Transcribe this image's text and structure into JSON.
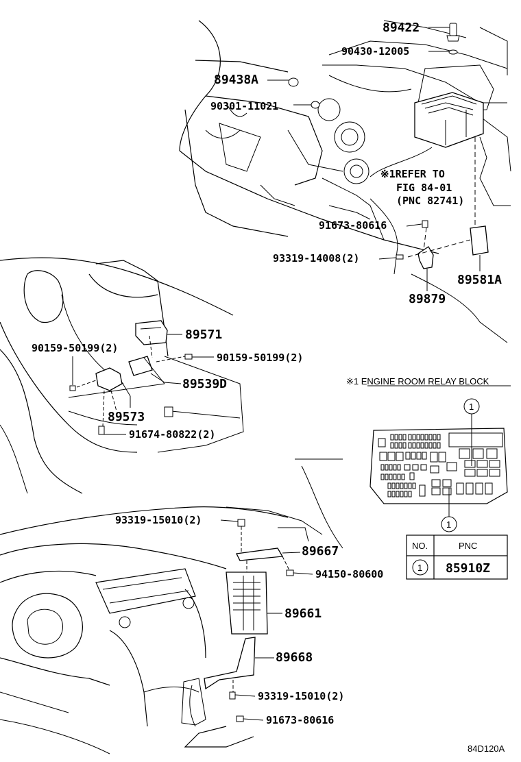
{
  "labels": {
    "p89422": "89422",
    "p90430": "90430-12005",
    "p89438a": "89438A",
    "p90301": "90301-11021",
    "refer_to_line1": "※1REFER TO",
    "refer_to_line2": "FIG 84-01",
    "refer_to_line3": "(PNC 82741)",
    "p91673_top": "91673-80616",
    "p93319_14008": "93319-14008(2)",
    "p89581a": "89581A",
    "p89879": "89879",
    "p89571": "89571",
    "p90159_left": "90159-50199(2)",
    "p90159_right": "90159-50199(2)",
    "p89539d": "89539D",
    "p89573": "89573",
    "p91674": "91674-80822(2)",
    "relay_note": "※1  ENGINE ROOM RELAY BLOCK",
    "p93319_15010_top": "93319-15010(2)",
    "p89667": "89667",
    "p94150": "94150-80600",
    "p89661": "89661",
    "p89668": "89668",
    "p93319_15010_bottom": "93319-15010(2)",
    "p91673_bottom": "91673-80616",
    "figure_code": "84D120A"
  },
  "callouts": {
    "top": "1",
    "bottom": "1"
  },
  "pnc_table": {
    "header_no": "NO.",
    "header_pnc": "PNC",
    "row_no": "1",
    "row_pnc": "85910Z"
  }
}
